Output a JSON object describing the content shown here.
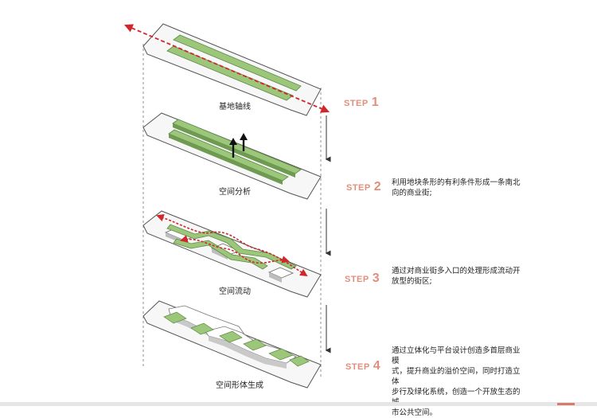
{
  "diagram": {
    "steps": [
      {
        "word": "STEP",
        "number": "1",
        "caption": "基地轴线",
        "description": []
      },
      {
        "word": "STEP",
        "number": "2",
        "caption": "空间分析",
        "description": [
          "利用地块条形的有利条件形成一条南北",
          "向的商业街;"
        ]
      },
      {
        "word": "STEP",
        "number": "3",
        "caption": "空间流动",
        "description": [
          "通过对商业街多入口的处理形成流动开",
          "放型的街区;"
        ]
      },
      {
        "word": "STEP",
        "number": "4",
        "caption": "空间形体生成",
        "description": [
          "通过立体化与平台设计创造多首层商业模",
          "式，提升商业的溢价空间，同时打造立体",
          "步行及绿化系统，创造一个开放生态的城",
          "市公共空间。"
        ]
      }
    ],
    "colors": {
      "step_text": "#e08f7d",
      "green": "#8fbf6a",
      "axis_red": "#d0272a",
      "outline": "#555555"
    }
  }
}
